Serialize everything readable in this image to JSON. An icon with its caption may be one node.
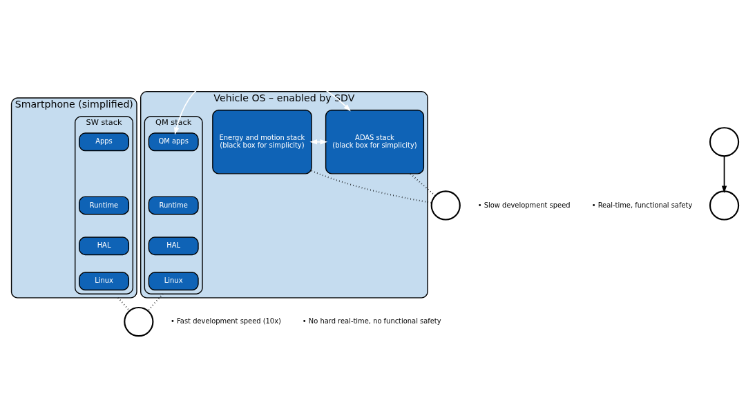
{
  "diagram": {
    "nodes": [
      {
        "text": [
          "Smartphone (simplified)"
        ]
      },
      {
        "text": [
          "SW stack"
        ],
        "in": 0
      },
      {
        "text": [
          "Apps"
        ],
        "in": 1
      },
      {
        "text": [
          "Runtime"
        ],
        "in": 1
      },
      {
        "text": [
          "HAL"
        ],
        "in": 1
      },
      {
        "text": [
          "Linux"
        ],
        "in": 1
      },
      {
        "text": [
          "Vehicle OS – enabled by SDV"
        ]
      },
      {
        "text": [
          "QM stack"
        ],
        "in": 6
      },
      {
        "text": [
          "QM apps"
        ],
        "in": 7
      },
      {
        "text": [
          "Runtime"
        ],
        "in": 7
      },
      {
        "text": [
          "HAL"
        ],
        "in": 7
      },
      {
        "text": [
          "Linux"
        ],
        "in": 7
      },
      {
        "text": [
          "ADAS stack",
          "(black box for simplicity)"
        ],
        "in": 6
      },
      {
        "text": [
          "Energy and motion stack",
          "(black box for simplicity)"
        ],
        "in": 6
      },
      {
        "text": [],
        "shape": "circle"
      },
      {
        "text": [],
        "shape": "circle"
      },
      {
        "text": [],
        "shape": "circle"
      },
      {
        "text": [],
        "shape": "circle"
      }
    ],
    "edges": [
      {
        "from": 14,
        "to": 15,
        "arrow": "to"
      },
      {
        "from": 8,
        "to": 12,
        "arrow": "both",
        "color": "#ffffff"
      },
      {
        "from": 12,
        "to": 13,
        "arrow": "both",
        "color": "#ffffff"
      },
      {
        "from": 0,
        "to": 16,
        "arrow": "none",
        "style": "dashed"
      },
      {
        "from": 7,
        "to": 16,
        "arrow": "none",
        "style": "dashed"
      },
      {
        "from": 12,
        "to": 17,
        "arrow": "none",
        "style": "dashed"
      },
      {
        "from": 13,
        "to": 17,
        "arrow": "none",
        "style": "dashed"
      }
    ],
    "labels": [
      "• Fast development speed (10x)",
      "• No hard real-time, no functional safety",
      "• Slow development speed",
      "• Real-time, functional safety"
    ]
  }
}
